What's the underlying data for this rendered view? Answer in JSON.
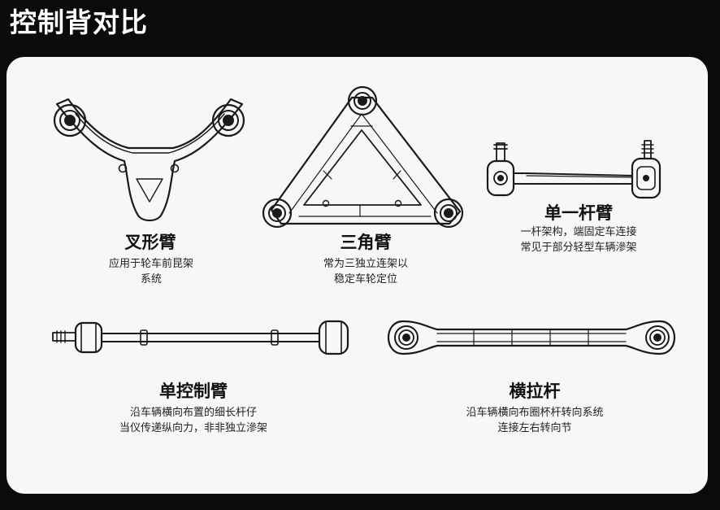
{
  "header": {
    "title": "控制背对比"
  },
  "parts": [
    {
      "name": "叉形臂",
      "icon": "wishbone-arm-icon",
      "desc": [
        "应用于轮车前昆架",
        "系统"
      ]
    },
    {
      "name": "三角臂",
      "icon": "triangle-arm-icon",
      "desc": [
        "常为三独立连架以",
        "稳定车轮定位"
      ]
    },
    {
      "name": "单一杆臂",
      "icon": "single-link-arm-icon",
      "desc": [
        "一杆架构，端固定车连接",
        "常见于部分轻型车辆滲架"
      ]
    },
    {
      "name": "单控制臂",
      "icon": "single-control-arm-icon",
      "desc": [
        "沿车辆横向布置的细长杆仔",
        "当仪传递纵向力，非非独立滲架"
      ]
    },
    {
      "name": "横拉杆",
      "icon": "tie-rod-icon",
      "desc": [
        "沿车辆横向布圈杯杆转向系统",
        "连接左右转向节"
      ]
    }
  ]
}
